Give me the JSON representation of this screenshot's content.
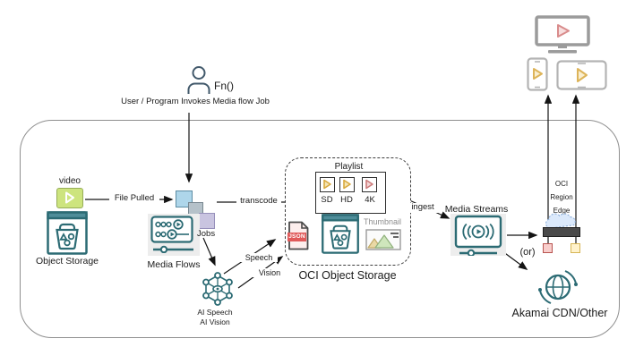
{
  "header": {
    "fn_label": "Fn()",
    "caption": "User / Program Invokes Media flow Job"
  },
  "source": {
    "video_label": "video",
    "object_storage_label": "Object Storage"
  },
  "arrows": {
    "file_pulled": "File Pulled",
    "transcode": "transcode",
    "ingest": "ingest",
    "speech": "Speech",
    "vision": "Vision",
    "or": "(or)"
  },
  "media_flows": {
    "label": "Media Flows",
    "jobs_label": "Jobs"
  },
  "ai": {
    "line1": "AI Speech",
    "line2": "AI Vision"
  },
  "oci_object_storage": {
    "label": "OCI Object Storage",
    "playlist": {
      "label": "Playlist",
      "renditions": [
        "SD",
        "HD",
        "4K"
      ]
    },
    "json_badge": "JSON",
    "thumbnail_label": "Thumbnail"
  },
  "delivery": {
    "media_streams_label": "Media Streams",
    "edge_label_lines": [
      "OCI",
      "Region",
      "Edge"
    ],
    "akamai_label": "Akamai CDN/Other"
  },
  "colors": {
    "icon_teal": "#2c6b74",
    "video_green": "#cde47e",
    "job_blue": "#aed6ea",
    "job_gray": "#b5c1c9",
    "job_purple": "#c9c4e0",
    "json_red": "#e05a5a",
    "endpoint_pink": "#f8cecc",
    "endpoint_yellow": "#fff2cc",
    "play_yellow": "#ddb459",
    "play_red": "#d98c8c",
    "cloud_blue": "#dbe9fb"
  }
}
